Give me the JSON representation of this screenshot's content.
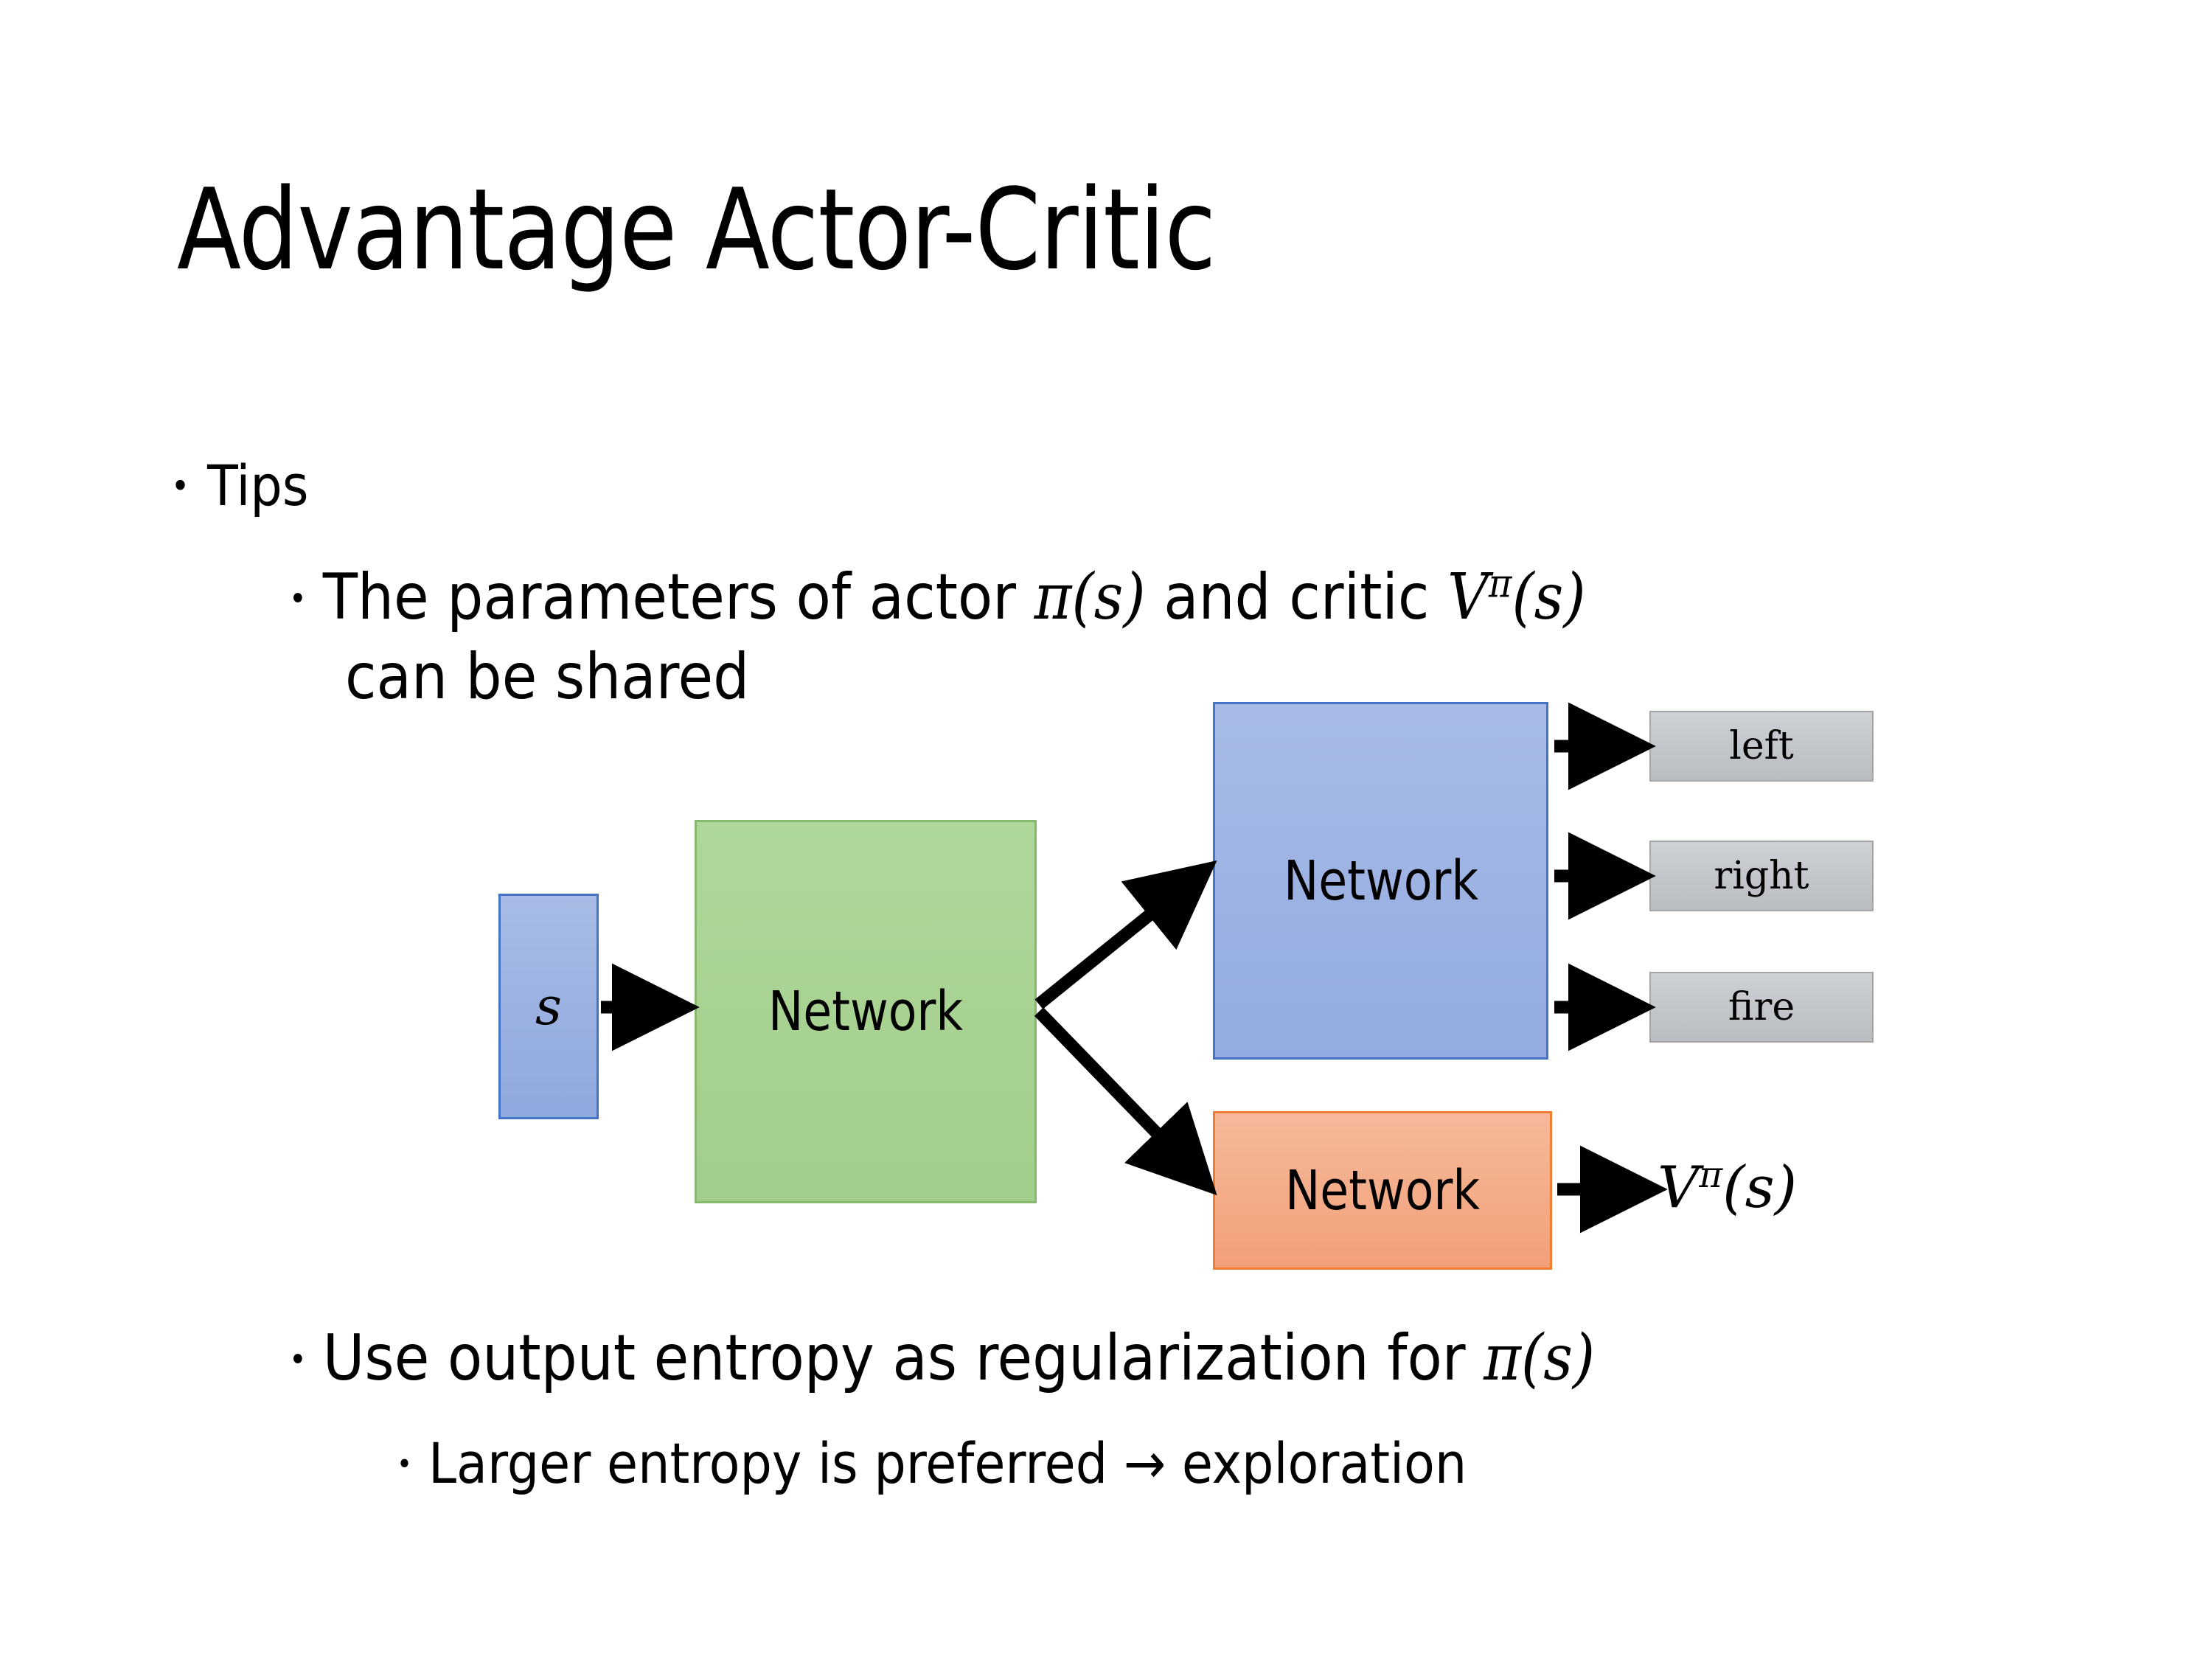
{
  "slide": {
    "title": "Advantage Actor-Critic",
    "background_color": "#FFFFFF",
    "bullets": {
      "tips": "Tips",
      "shared_params_line1": "The parameters of actor π(s)  and critic Vπ(s)",
      "shared_params_line1_plain": "The parameters of actor ",
      "shared_params_actor_math": "π(s)",
      "shared_params_middle": "  and critic ",
      "shared_params_critic_base": "V",
      "shared_params_critic_sup": "π",
      "shared_params_critic_arg": "(s)",
      "shared_params_line2": "can be shared",
      "entropy_prefix": "Use output entropy as regularization for ",
      "entropy_math": "π(s)",
      "larger_entropy": "Larger entropy is preferred → exploration",
      "marker": "•"
    }
  },
  "diagram": {
    "input_box": {
      "label": "s",
      "fill": "#95ABDD",
      "border": "#4472C4"
    },
    "shared_network": {
      "label": "Network",
      "fill": "#A9D18E",
      "border": "#86B96D"
    },
    "actor_network": {
      "label": "Network",
      "fill": "#9DB5E0",
      "border": "#4472C4"
    },
    "critic_network": {
      "label": "Network",
      "fill": "#F4A983",
      "border": "#ED7D31"
    },
    "action_outputs": [
      {
        "label": "left",
        "fill": "#C3C6CB",
        "border": "#A6A6A6"
      },
      {
        "label": "right",
        "fill": "#C3C6CB",
        "border": "#A6A6A6"
      },
      {
        "label": "fire",
        "fill": "#C3C6CB",
        "border": "#A6A6A6"
      }
    ],
    "value_output": {
      "base": "V",
      "superscript": "π",
      "argument": "(s)"
    },
    "arrow_color": "#000000"
  }
}
